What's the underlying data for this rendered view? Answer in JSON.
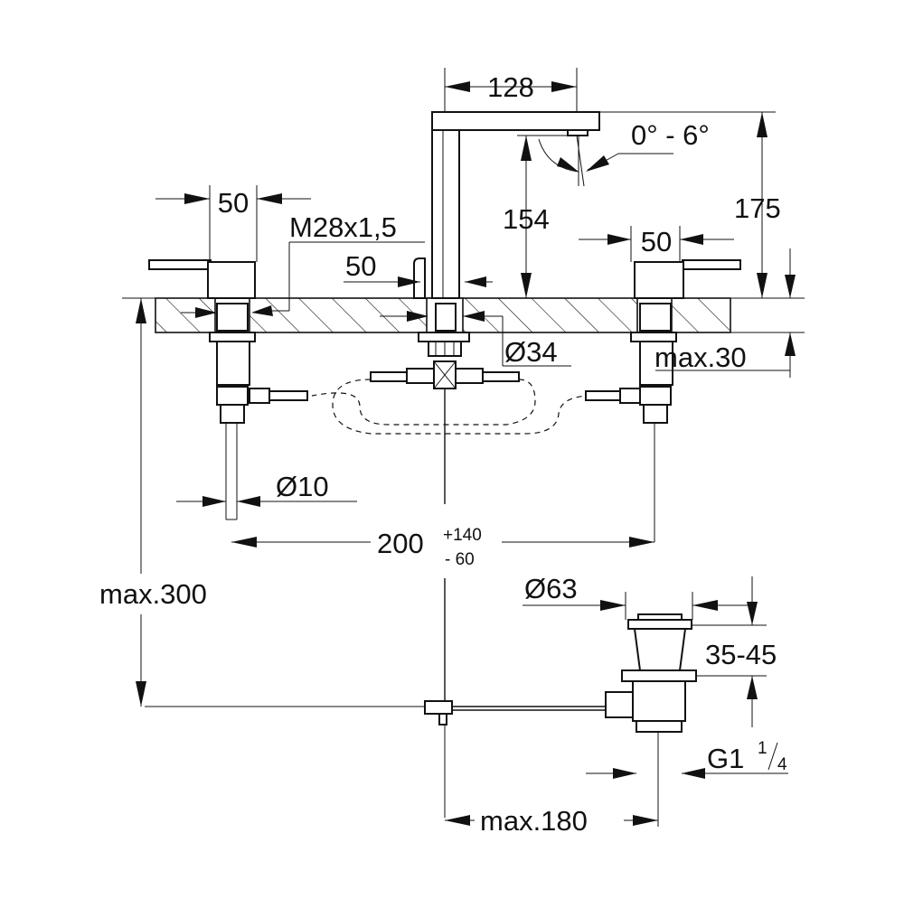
{
  "dimensions": {
    "spout_reach": "128",
    "spout_tilt": "0° - 6°",
    "spout_height": "154",
    "total_height": "175",
    "left_handle_width": "50",
    "thread": "M28x1,5",
    "center_offset": "50",
    "right_handle_width": "50",
    "hole_diameter": "Ø34",
    "max_deck_thickness": "max.30",
    "pipe_diameter": "Ø10",
    "center_distance": "200",
    "center_distance_plus": "+140",
    "center_distance_minus": "-  60",
    "max_depth": "max.300",
    "waste_diameter": "Ø63",
    "waste_height": "35-45",
    "waste_thread_main": "G1",
    "waste_thread_num": "1",
    "waste_thread_den": "4",
    "max_reach": "max.180"
  }
}
